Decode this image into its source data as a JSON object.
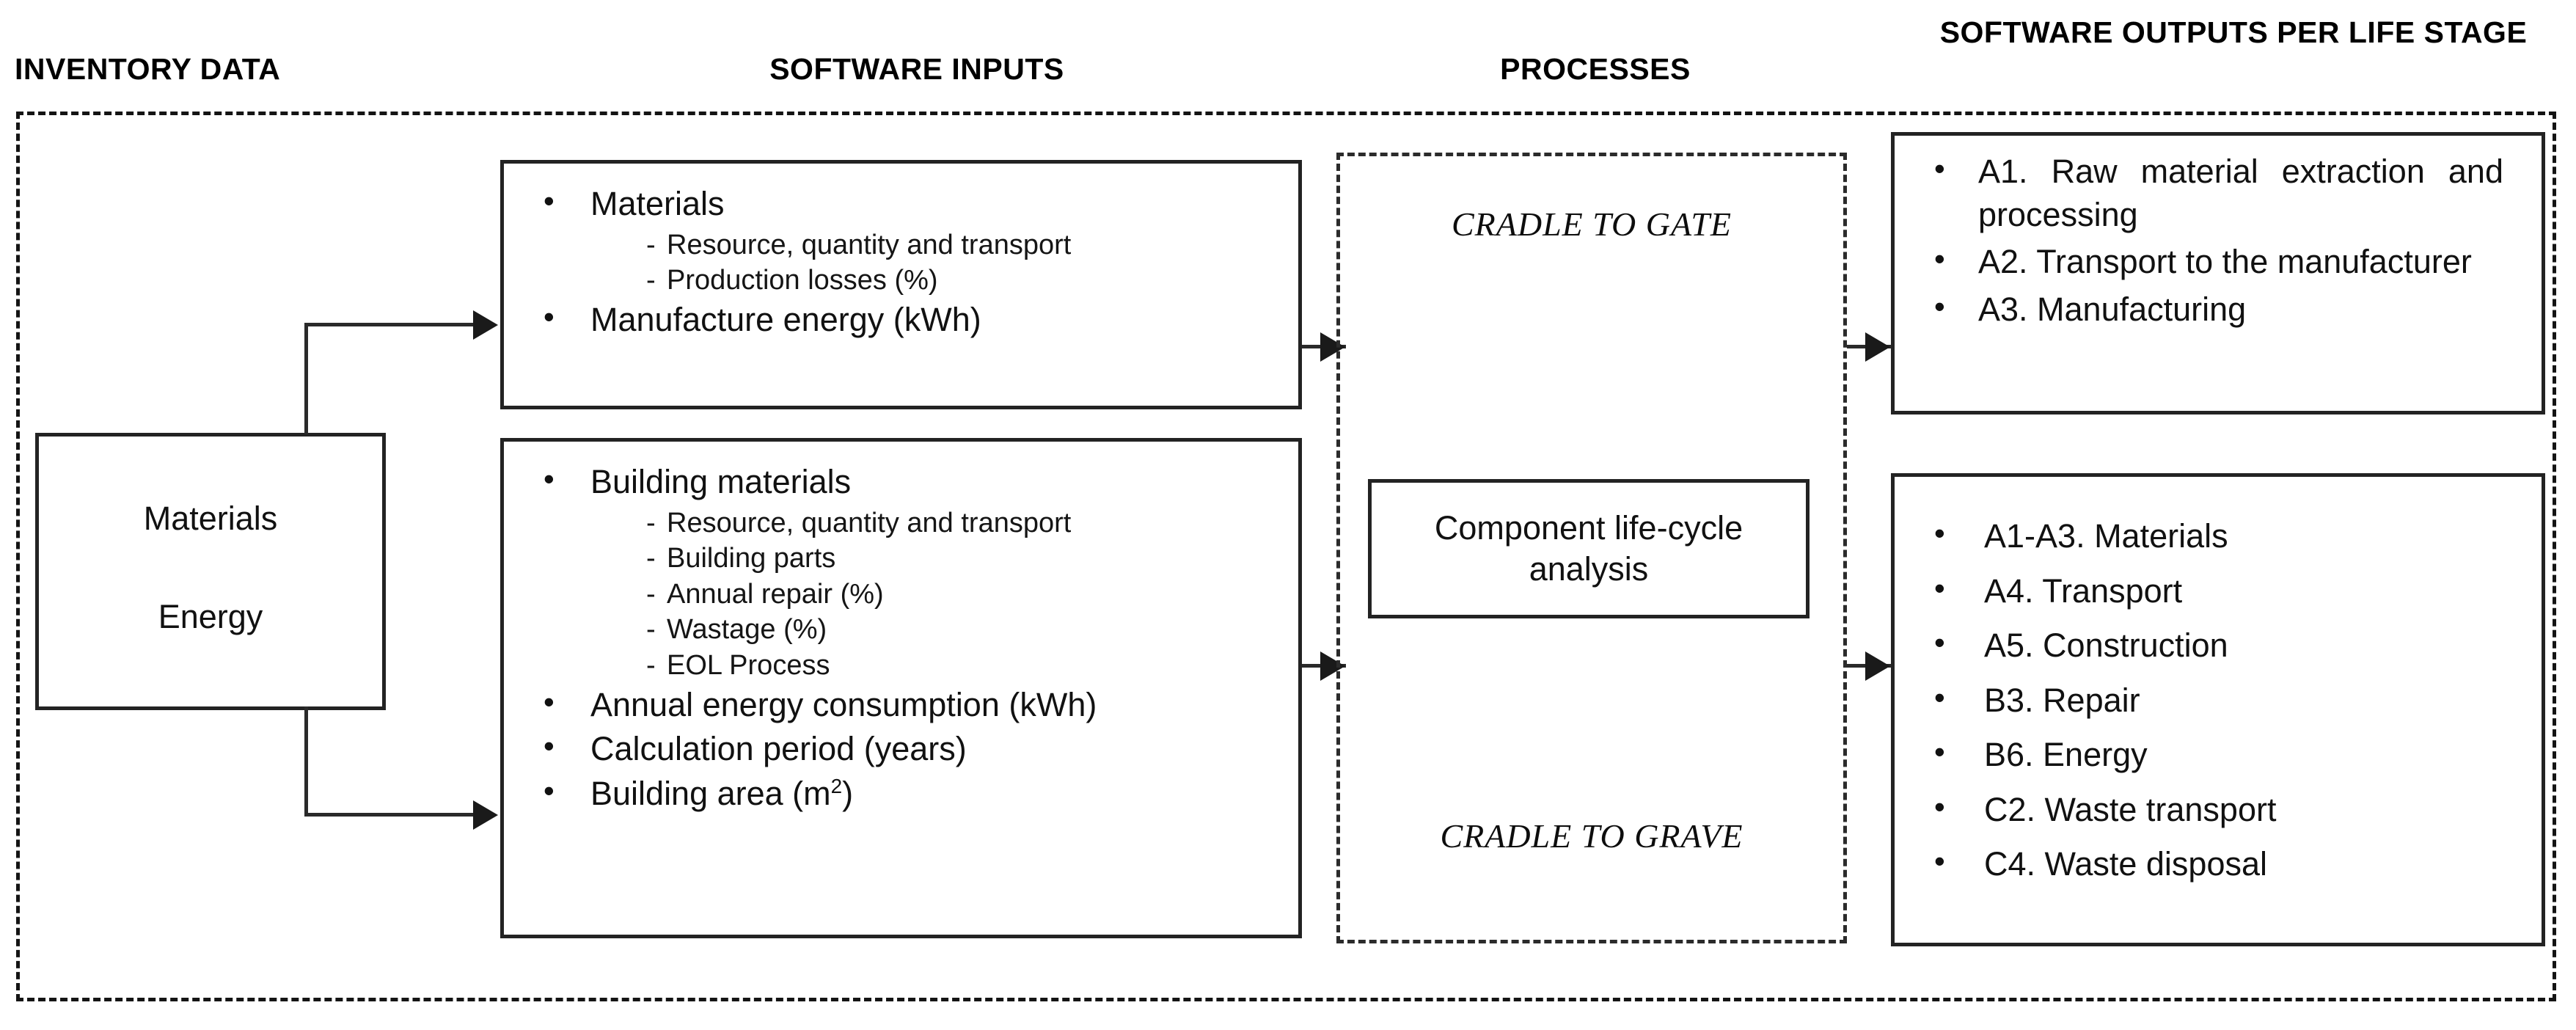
{
  "headers": {
    "inventory": "INVENTORY DATA",
    "software_inputs": "SOFTWARE INPUTS",
    "processes": "PROCESSES",
    "outputs": "SOFTWARE OUTPUTS PER LIFE STAGE"
  },
  "inventory_box": {
    "line1": "Materials",
    "line2": "Energy"
  },
  "software_inputs": {
    "box1": {
      "items": [
        {
          "type": "bullet",
          "text": "Materials"
        },
        {
          "type": "sub",
          "text": "Resource, quantity and transport"
        },
        {
          "type": "sub",
          "text": "Production losses (%)"
        },
        {
          "type": "bullet",
          "text": "Manufacture energy (kWh)"
        }
      ]
    },
    "box2": {
      "items": [
        {
          "type": "bullet",
          "text": "Building materials"
        },
        {
          "type": "sub",
          "text": "Resource, quantity and transport"
        },
        {
          "type": "sub",
          "text": "Building parts"
        },
        {
          "type": "sub",
          "text": "Annual repair (%)"
        },
        {
          "type": "sub",
          "text": "Wastage (%)"
        },
        {
          "type": "sub",
          "text": "EOL Process"
        },
        {
          "type": "bullet",
          "text": "Annual energy consumption (kWh)"
        },
        {
          "type": "bullet",
          "text": "Calculation period (years)"
        },
        {
          "type": "bullet",
          "text": "Building area (m",
          "sup": "2",
          "text_tail": ")"
        }
      ]
    }
  },
  "processes": {
    "cradle_to_gate": "CRADLE TO GATE",
    "cradle_to_grave": "CRADLE TO GRAVE",
    "component_analysis_line1": "Component life-cycle",
    "component_analysis_line2": "analysis"
  },
  "outputs": {
    "box1": {
      "items": [
        "A1. Raw material extraction and processing",
        "A2. Transport to the manufacturer",
        "A3. Manufacturing"
      ]
    },
    "box2": {
      "items": [
        "A1-A3. Materials",
        "A4. Transport",
        "A5. Construction",
        "B3. Repair",
        "B6. Energy",
        "C2. Waste transport",
        "C4. Waste disposal"
      ]
    }
  },
  "colors": {
    "line": "#2a2a2a",
    "text": "#111111",
    "background": "#ffffff"
  }
}
